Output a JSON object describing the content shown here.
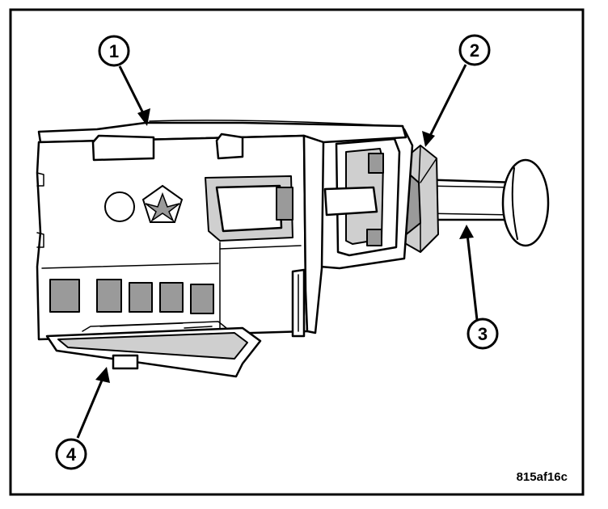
{
  "figure": {
    "code": "815af16c",
    "callouts": [
      {
        "id": "1",
        "label": "1"
      },
      {
        "id": "2",
        "label": "2"
      },
      {
        "id": "3",
        "label": "3"
      },
      {
        "id": "4",
        "label": "4"
      }
    ],
    "icons": {
      "component": "switch-assembly-illustration",
      "logo": "pentastar-logo"
    }
  }
}
